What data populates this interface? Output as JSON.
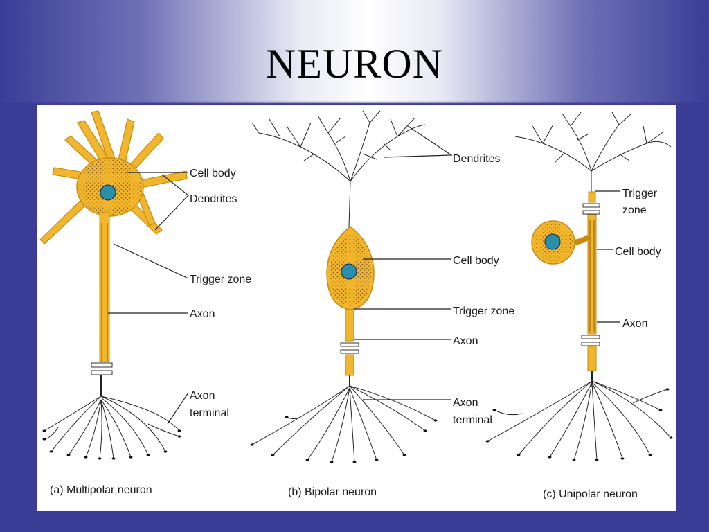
{
  "slide": {
    "title": "NEURON"
  },
  "figure": {
    "multipolar": {
      "caption": "(a) Multipolar neuron",
      "labels": {
        "cell_body": "Cell body",
        "dendrites": "Dendrites",
        "trigger_zone": "Trigger zone",
        "axon": "Axon",
        "axon_terminal_1": "Axon",
        "axon_terminal_2": "terminal"
      }
    },
    "bipolar": {
      "caption": "(b) Bipolar neuron",
      "labels": {
        "dendrites": "Dendrites",
        "cell_body": "Cell body",
        "trigger_zone": "Trigger zone",
        "axon": "Axon",
        "axon_terminal_1": "Axon",
        "axon_terminal_2": "terminal"
      }
    },
    "unipolar": {
      "caption": "(c) Unipolar neuron",
      "labels": {
        "trigger_zone_1": "Trigger",
        "trigger_zone_2": "zone",
        "cell_body": "Cell body",
        "axon": "Axon"
      }
    },
    "colors": {
      "cell_fill": "#f2b52e",
      "cell_stroke": "#c98a10",
      "nucleus": "#2a8fa8",
      "line": "#222222"
    }
  }
}
